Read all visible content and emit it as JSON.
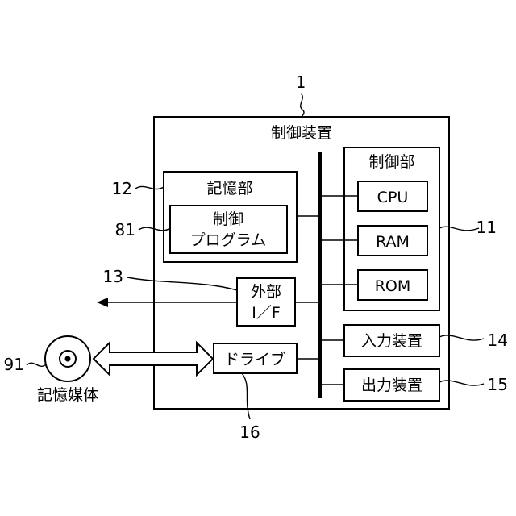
{
  "control_device": {
    "title": "制御装置",
    "ref": "1"
  },
  "control_unit": {
    "title": "制御部",
    "ref": "11"
  },
  "cpu": {
    "label": "CPU"
  },
  "ram": {
    "label": "RAM"
  },
  "rom": {
    "label": "ROM"
  },
  "storage": {
    "title": "記憶部",
    "ref": "12"
  },
  "control_program": {
    "line1": "制御",
    "line2": "プログラム",
    "ref": "81"
  },
  "external_if": {
    "line1": "外部",
    "line2": "I／F",
    "ref": "13"
  },
  "input_device": {
    "label": "入力装置",
    "ref": "14"
  },
  "output_device": {
    "label": "出力装置",
    "ref": "15"
  },
  "drive": {
    "label": "ドライブ",
    "ref": "16"
  },
  "storage_medium": {
    "label": "記憶媒体",
    "ref": "91"
  }
}
